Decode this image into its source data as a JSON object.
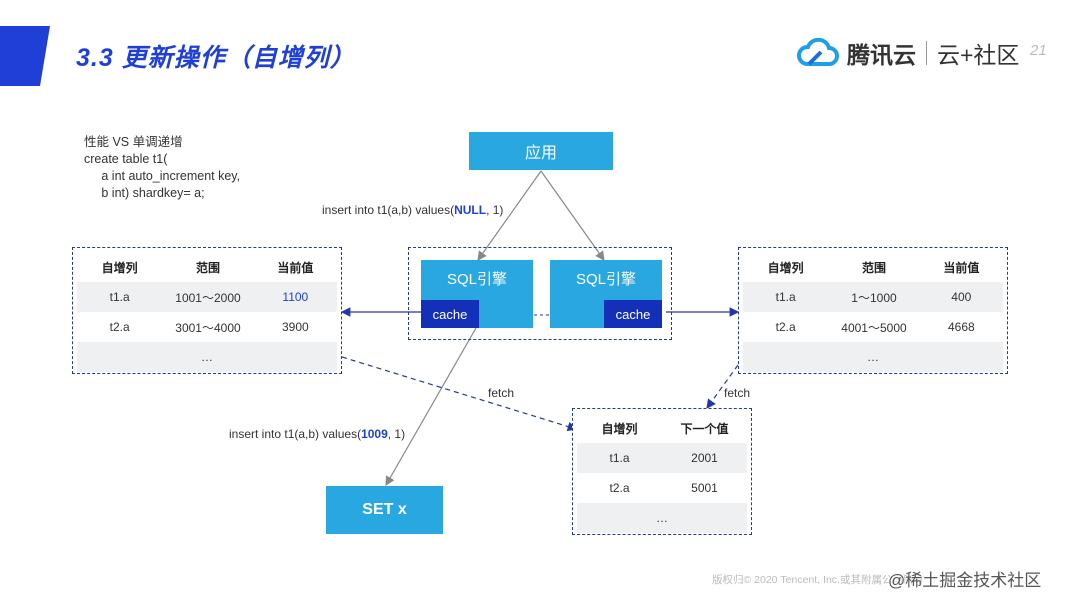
{
  "header": {
    "title": "3.3   更新操作（自增列）",
    "brand": "腾讯云",
    "community": "云+社区",
    "page_number": "21"
  },
  "note_text": "性能 VS 单调递增\ncreate table t1(\n     a int auto_increment key,\n     b int) shardkey= a;",
  "app_label": "应用",
  "engine_label": "SQL引擎",
  "cache_label": "cache",
  "set_label": "SET  x",
  "insert_null": {
    "prefix": "insert into t1(a,b) values(",
    "value": "NULL",
    "suffix": ", 1)"
  },
  "insert_1009": {
    "prefix": "insert into t1(a,b) values(",
    "value": "1009",
    "suffix": ", 1)"
  },
  "fetch_label": "fetch",
  "left_table": {
    "headers": [
      "自增列",
      "范围",
      "当前值"
    ],
    "rows": [
      [
        "t1.a",
        "1001～2000",
        "1100"
      ],
      [
        "t2.a",
        "3001～4000",
        "3900"
      ]
    ],
    "ellipsis": "…",
    "highlight_color": "#1f3fd6"
  },
  "right_table": {
    "headers": [
      "自增列",
      "范围",
      "当前值"
    ],
    "rows": [
      [
        "t1.a",
        "1～1000",
        "400"
      ],
      [
        "t2.a",
        "4001～5000",
        "4668"
      ]
    ],
    "ellipsis": "…"
  },
  "next_table": {
    "headers": [
      "自增列",
      "下一个值"
    ],
    "rows": [
      [
        "t1.a",
        "2001"
      ],
      [
        "t2.a",
        "5001"
      ]
    ],
    "ellipsis": "…"
  },
  "footer": {
    "copyright": "版权归© 2020 Tencent, Inc.或其附属公司所有",
    "watermark": "@稀土掘金技术社区"
  },
  "colors": {
    "accent": "#1f3fd6",
    "box_blue": "#29a7e1",
    "cache_blue": "#1530b8",
    "dashed": "#2436a8"
  }
}
